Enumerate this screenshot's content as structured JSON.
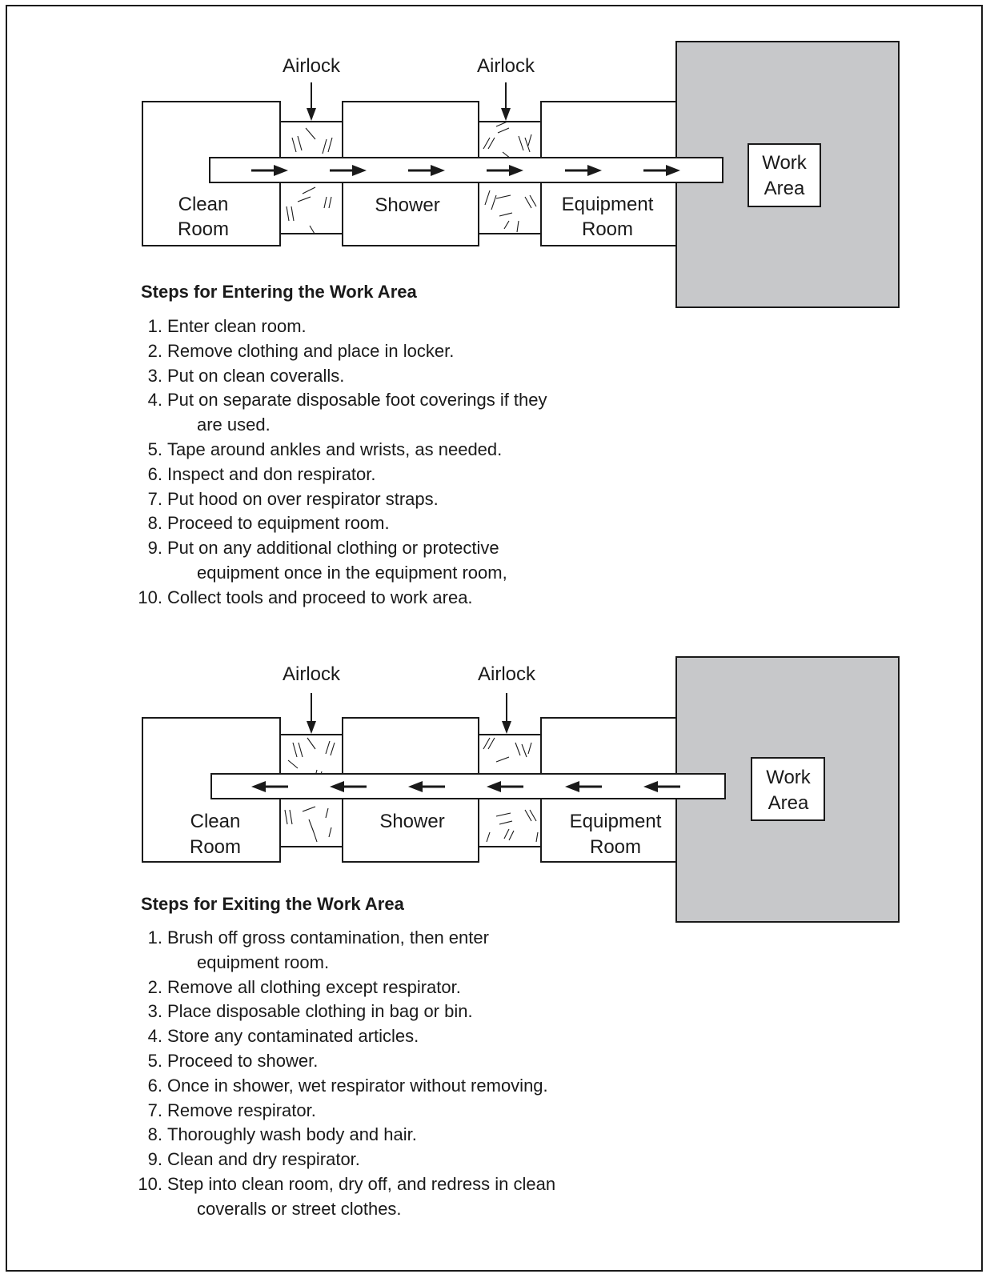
{
  "diagrams": [
    {
      "direction": "enter",
      "airlock_labels": [
        "Airlock",
        "Airlock"
      ],
      "rooms": {
        "clean": [
          "Clean",
          "Room"
        ],
        "shower": "Shower",
        "equipment": [
          "Equipment",
          "Room"
        ],
        "work": [
          "Work",
          "Area"
        ]
      },
      "arrow_count": 6
    },
    {
      "direction": "exit",
      "airlock_labels": [
        "Airlock",
        "Airlock"
      ],
      "rooms": {
        "clean": [
          "Clean",
          "Room"
        ],
        "shower": "Shower",
        "equipment": [
          "Equipment",
          "Room"
        ],
        "work": [
          "Work",
          "Area"
        ]
      },
      "arrow_count": 6
    }
  ],
  "enter_steps": {
    "title": "Steps for Entering the Work Area",
    "items": [
      {
        "num": "1.",
        "lines": [
          "Enter clean room."
        ]
      },
      {
        "num": "2.",
        "lines": [
          "Remove clothing and place in locker."
        ]
      },
      {
        "num": "3.",
        "lines": [
          "Put on clean coveralls."
        ]
      },
      {
        "num": "4.",
        "lines": [
          "Put on separate disposable foot coverings if they",
          "are used."
        ]
      },
      {
        "num": "5.",
        "lines": [
          "Tape around ankles and wrists, as needed."
        ]
      },
      {
        "num": "6.",
        "lines": [
          "Inspect and don respirator."
        ]
      },
      {
        "num": "7.",
        "lines": [
          "Put hood on over respirator straps."
        ]
      },
      {
        "num": "8.",
        "lines": [
          "Proceed to equipment room."
        ]
      },
      {
        "num": "9.",
        "lines": [
          "Put on any additional clothing or protective",
          "equipment once in the equipment room,"
        ]
      },
      {
        "num": "10.",
        "lines": [
          "Collect tools and proceed to work area."
        ]
      }
    ]
  },
  "exit_steps": {
    "title": "Steps for Exiting the Work Area",
    "items": [
      {
        "num": "1.",
        "lines": [
          "Brush off gross contamination, then enter",
          "equipment room."
        ]
      },
      {
        "num": "2.",
        "lines": [
          "Remove all clothing except respirator."
        ]
      },
      {
        "num": "3.",
        "lines": [
          "Place disposable clothing in bag or bin."
        ]
      },
      {
        "num": "4.",
        "lines": [
          "Store any contaminated articles."
        ]
      },
      {
        "num": "5.",
        "lines": [
          "Proceed to shower."
        ]
      },
      {
        "num": "6.",
        "lines": [
          "Once in shower, wet respirator without removing."
        ]
      },
      {
        "num": "7.",
        "lines": [
          "Remove respirator."
        ]
      },
      {
        "num": "8.",
        "lines": [
          "Thoroughly wash body and hair."
        ]
      },
      {
        "num": "9.",
        "lines": [
          "Clean and dry respirator."
        ]
      },
      {
        "num": "10.",
        "lines": [
          "Step into clean room, dry off, and redress in clean",
          "coveralls or street clothes."
        ]
      }
    ]
  }
}
